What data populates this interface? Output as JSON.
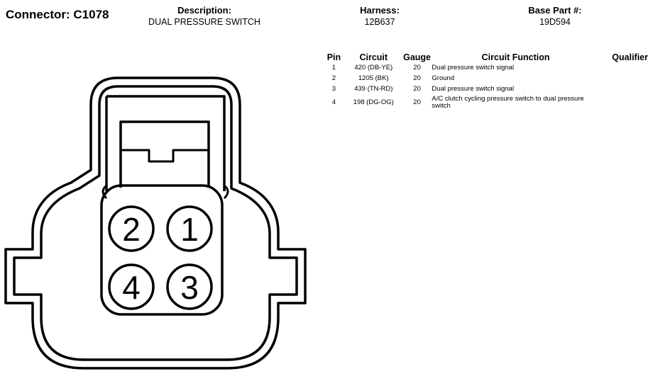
{
  "header": {
    "connector": "Connector: C1078",
    "description_label": "Description:",
    "description_value": "DUAL PRESSURE SWITCH",
    "harness_label": "Harness:",
    "harness_value": "12B637",
    "base_part_label": "Base Part #:",
    "base_part_value": "19D594"
  },
  "table": {
    "columns": [
      "Pin",
      "Circuit",
      "Gauge",
      "Circuit Function",
      "Qualifier"
    ],
    "rows": [
      {
        "pin": "1",
        "circuit": "420 (DB-YE)",
        "gauge": "20",
        "function": "Dual pressure switch signal",
        "qualifier": ""
      },
      {
        "pin": "2",
        "circuit": "1205 (BK)",
        "gauge": "20",
        "function": "Ground",
        "qualifier": ""
      },
      {
        "pin": "3",
        "circuit": "439 (TN-RD)",
        "gauge": "20",
        "function": "Dual pressure switch signal",
        "qualifier": ""
      },
      {
        "pin": "4",
        "circuit": "198 (DG-OG)",
        "gauge": "20",
        "function": "A/C clutch cycling pressure switch to dual pressure switch",
        "qualifier": ""
      }
    ]
  },
  "diagram": {
    "pins": [
      "2",
      "1",
      "4",
      "3"
    ]
  }
}
